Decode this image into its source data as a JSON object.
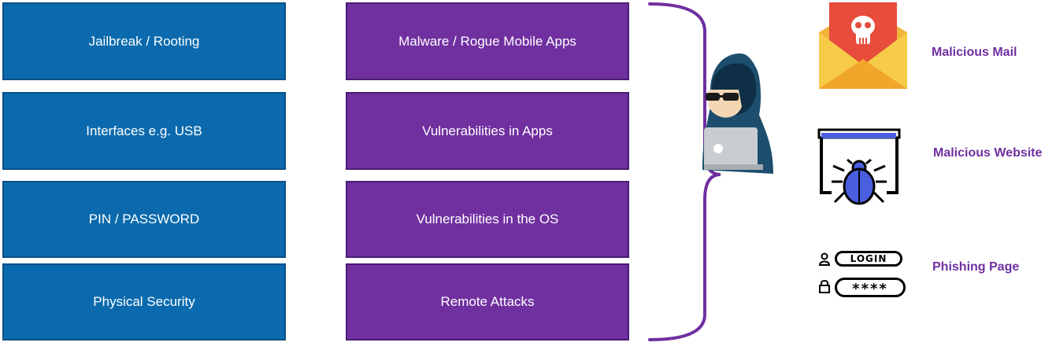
{
  "left_column": {
    "items": [
      "Jailbreak / Rooting",
      "Interfaces e.g. USB",
      "PIN / PASSWORD",
      "Physical Security"
    ]
  },
  "middle_column": {
    "items": [
      "Malware / Rogue Mobile Apps",
      "Vulnerabilities in Apps",
      "Vulnerabilities in the OS",
      "Remote Attacks"
    ]
  },
  "threats": [
    {
      "label": "Malicious Mail",
      "icon": "malicious-mail-icon"
    },
    {
      "label": "Malicious Website",
      "icon": "malicious-website-icon"
    },
    {
      "label": "Phishing Page",
      "icon": "phishing-login-icon"
    }
  ],
  "phishing_icon_text": {
    "login": "LOGIN",
    "password": "****"
  },
  "colors": {
    "blue": "#0b6aad",
    "purple": "#7030a0",
    "brace": "#7030a0"
  }
}
